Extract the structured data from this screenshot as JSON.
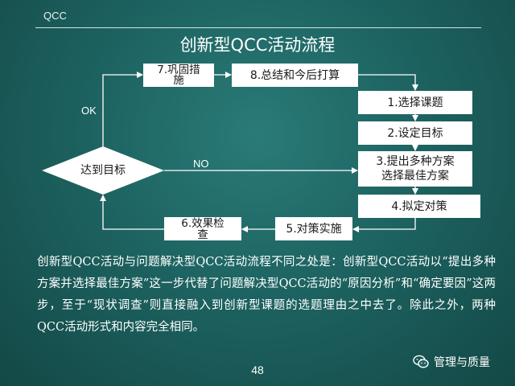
{
  "header": {
    "label": "QCC"
  },
  "title": "创新型QCC活动流程",
  "nodes": {
    "n7": "7.巩固措\n施",
    "n8": "8.总结和今后打算",
    "n1": "1.选择课题",
    "n2": "2.设定目标",
    "n3": "3.提出多种方案\n选择最佳方案",
    "n4": "4.拟定对策",
    "n5": "5.对策实施",
    "n6": "6.效果检\n查",
    "decision": "达到目标"
  },
  "edge_labels": {
    "ok": "OK",
    "no": "NO"
  },
  "description": "创新型QCC活动与问题解决型QCC活动流程不同之处是：创新型QCC活动以“提出多种方案并选择最佳方案”这一步代替了问题解决型QCC活动的“原因分析”和“确定要因”这两步，至于“现状调查”则直接融入到创新型课题的选题理由之中去了。除此之外，两种QCC活动形式和内容完全相同。",
  "watermark": "管理与质量",
  "page_number": "48",
  "colors": {
    "box_fill": "#ffffff",
    "line": "#ffffff",
    "background": "#1d6361"
  }
}
